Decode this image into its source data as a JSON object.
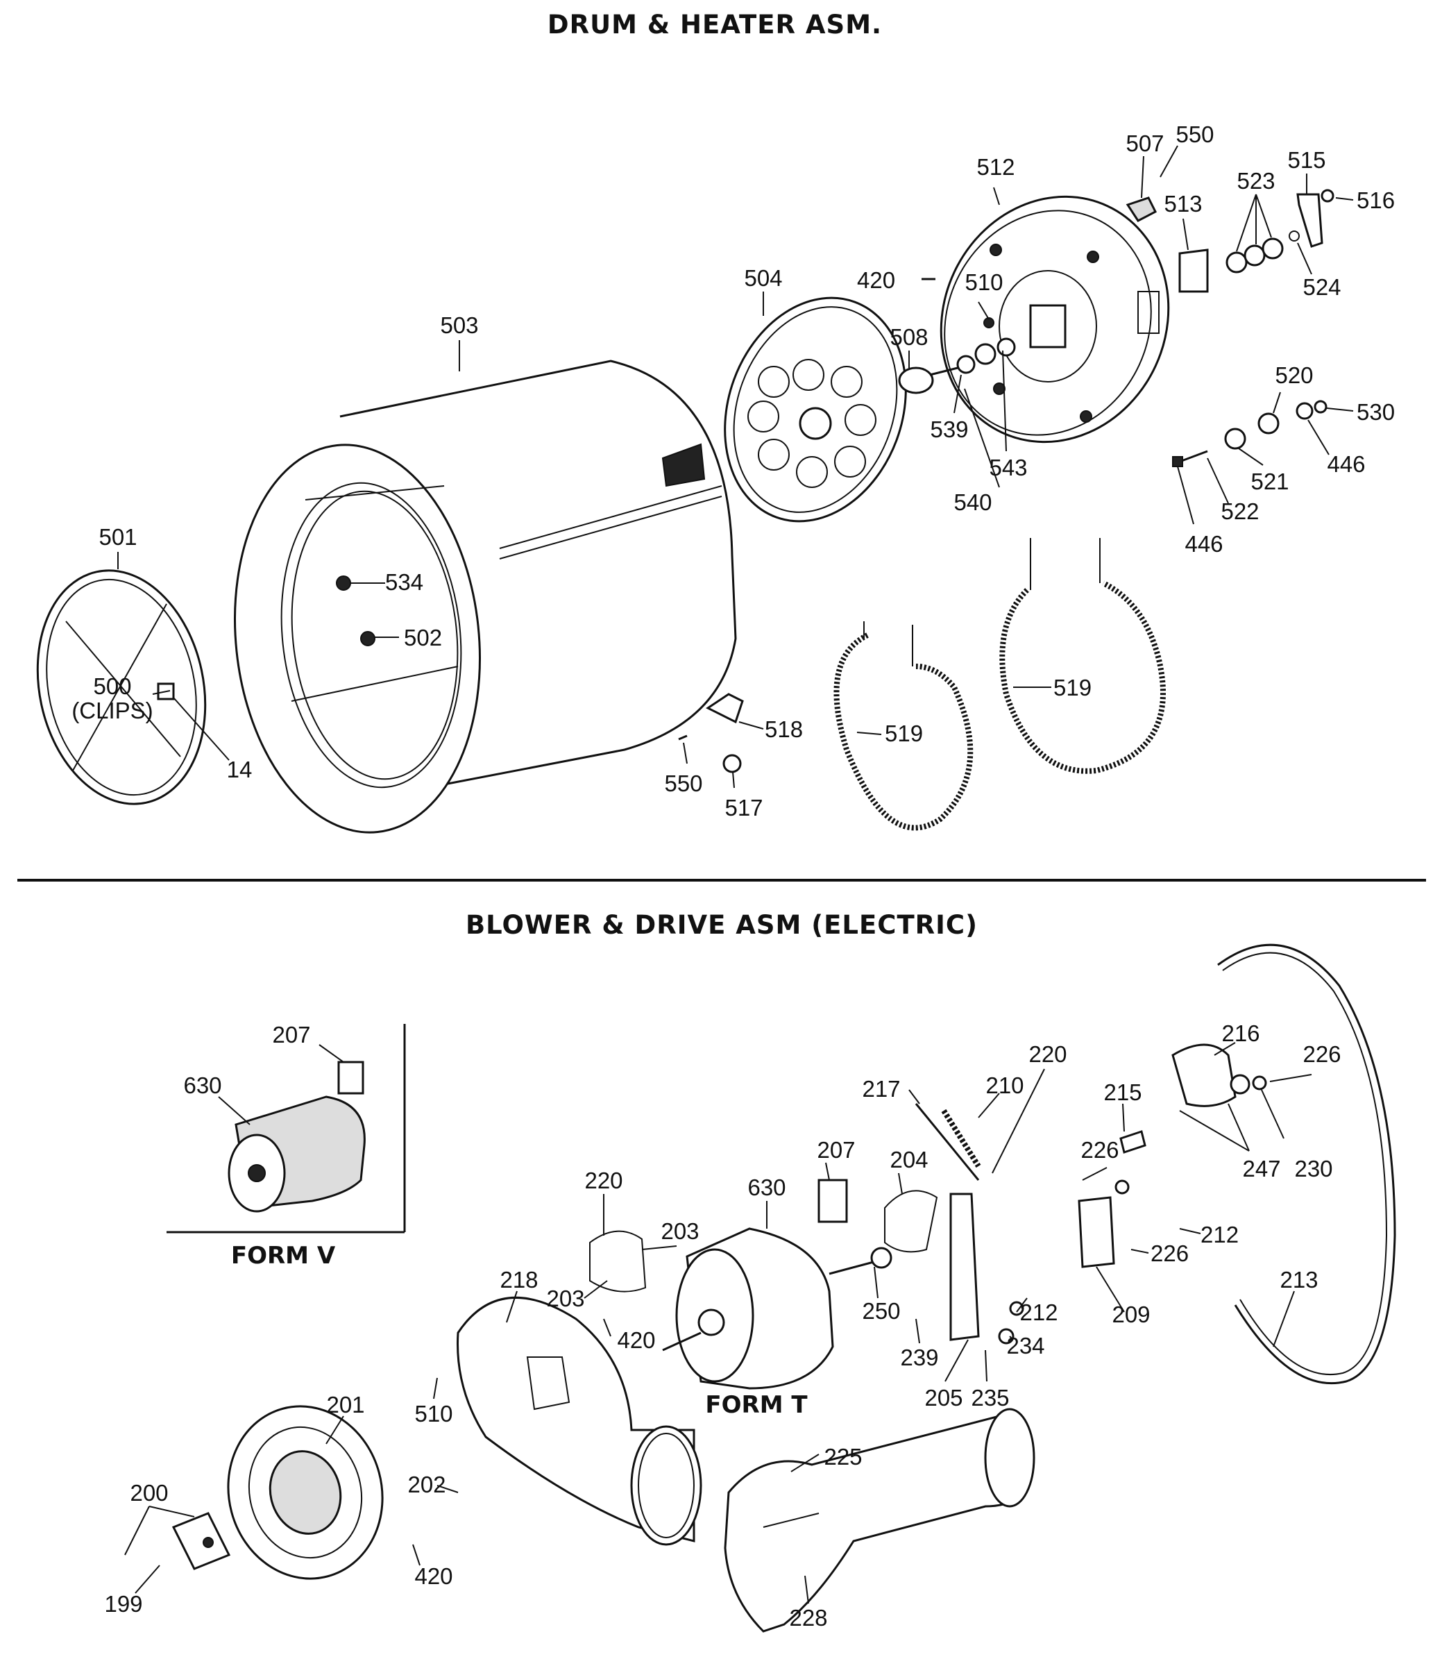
{
  "sections": {
    "drum_heater": {
      "title": "DRUM & HEATER ASM."
    },
    "blower_drive": {
      "title": "BLOWER & DRIVE ASM (ELECTRIC)"
    }
  },
  "forms": {
    "form_v": "FORM V",
    "form_t": "FORM T"
  },
  "labels": {
    "drum": [
      {
        "key": "l501",
        "text": "501"
      },
      {
        "key": "l500",
        "text": "500"
      },
      {
        "key": "lclips",
        "text": "(CLIPS)"
      },
      {
        "key": "l14",
        "text": "14"
      },
      {
        "key": "l503",
        "text": "503"
      },
      {
        "key": "l534",
        "text": "534"
      },
      {
        "key": "l502",
        "text": "502"
      },
      {
        "key": "l504",
        "text": "504"
      },
      {
        "key": "l420",
        "text": "420"
      },
      {
        "key": "l508",
        "text": "508"
      },
      {
        "key": "l510",
        "text": "510"
      },
      {
        "key": "l539",
        "text": "539"
      },
      {
        "key": "l540",
        "text": "540"
      },
      {
        "key": "l543",
        "text": "543"
      },
      {
        "key": "l512",
        "text": "512"
      },
      {
        "key": "l507",
        "text": "507"
      },
      {
        "key": "l550a",
        "text": "550"
      },
      {
        "key": "l513",
        "text": "513"
      },
      {
        "key": "l523",
        "text": "523"
      },
      {
        "key": "l515",
        "text": "515"
      },
      {
        "key": "l516",
        "text": "516"
      },
      {
        "key": "l524",
        "text": "524"
      },
      {
        "key": "l520",
        "text": "520"
      },
      {
        "key": "l530",
        "text": "530"
      },
      {
        "key": "l446a",
        "text": "446"
      },
      {
        "key": "l521",
        "text": "521"
      },
      {
        "key": "l522",
        "text": "522"
      },
      {
        "key": "l446b",
        "text": "446"
      },
      {
        "key": "l518",
        "text": "518"
      },
      {
        "key": "l550b",
        "text": "550"
      },
      {
        "key": "l517",
        "text": "517"
      },
      {
        "key": "l519a",
        "text": "519"
      },
      {
        "key": "l519b",
        "text": "519"
      }
    ],
    "blower": [
      {
        "key": "b207a",
        "text": "207"
      },
      {
        "key": "b630a",
        "text": "630"
      },
      {
        "key": "b217",
        "text": "217"
      },
      {
        "key": "b210",
        "text": "210"
      },
      {
        "key": "b220a",
        "text": "220"
      },
      {
        "key": "b216",
        "text": "216"
      },
      {
        "key": "b226a",
        "text": "226"
      },
      {
        "key": "b215",
        "text": "215"
      },
      {
        "key": "b226b",
        "text": "226"
      },
      {
        "key": "b247",
        "text": "247"
      },
      {
        "key": "b230",
        "text": "230"
      },
      {
        "key": "b207b",
        "text": "207"
      },
      {
        "key": "b204",
        "text": "204"
      },
      {
        "key": "b630b",
        "text": "630"
      },
      {
        "key": "b220b",
        "text": "220"
      },
      {
        "key": "b203a",
        "text": "203"
      },
      {
        "key": "b203b",
        "text": "203"
      },
      {
        "key": "b420a",
        "text": "420"
      },
      {
        "key": "b250",
        "text": "250"
      },
      {
        "key": "b212a",
        "text": "212"
      },
      {
        "key": "b212b",
        "text": "212"
      },
      {
        "key": "b226c",
        "text": "226"
      },
      {
        "key": "b209",
        "text": "209"
      },
      {
        "key": "b213",
        "text": "213"
      },
      {
        "key": "b239",
        "text": "239"
      },
      {
        "key": "b234",
        "text": "234"
      },
      {
        "key": "b218",
        "text": "218"
      },
      {
        "key": "b510",
        "text": "510"
      },
      {
        "key": "b205",
        "text": "205"
      },
      {
        "key": "b235",
        "text": "235"
      },
      {
        "key": "b201",
        "text": "201"
      },
      {
        "key": "b200",
        "text": "200"
      },
      {
        "key": "b202",
        "text": "202"
      },
      {
        "key": "b225",
        "text": "225"
      },
      {
        "key": "b199",
        "text": "199"
      },
      {
        "key": "b420b",
        "text": "420"
      },
      {
        "key": "b228",
        "text": "228"
      }
    ]
  }
}
